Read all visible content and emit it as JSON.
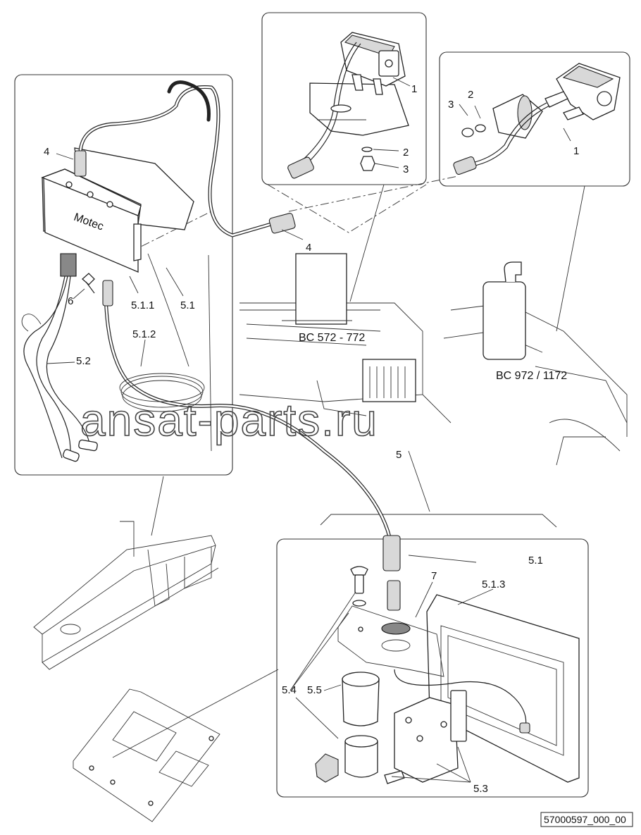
{
  "diagram": {
    "callouts": {
      "top_middle": [
        "1",
        "2",
        "3"
      ],
      "top_right": [
        "3",
        "2",
        "1"
      ],
      "left_panel": [
        "4",
        "4",
        "6",
        "5.1.1",
        "5.1",
        "5.1.2",
        "5.2"
      ],
      "cable": [
        "5"
      ],
      "bottom_right": [
        "5.1",
        "5.1.3",
        "7",
        "5.4",
        "5.5",
        "5.3"
      ]
    },
    "model_captions": [
      "BC 572 - 772",
      "BC 972 / 1172"
    ],
    "watermark": "ansat-parts.ru",
    "brand_label": "Motec",
    "reference_number": "57000597_000_00"
  }
}
